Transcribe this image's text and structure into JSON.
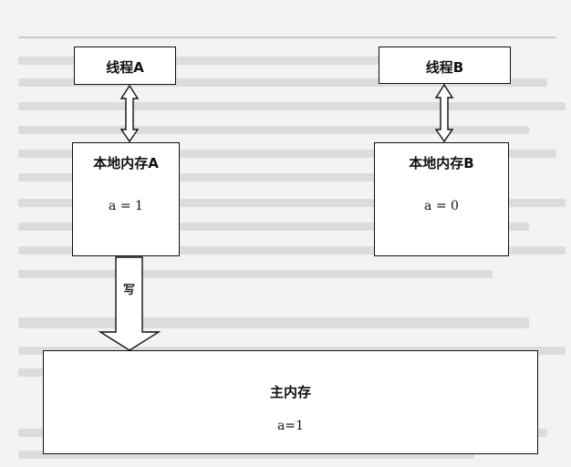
{
  "diagram": {
    "thread_a": "线程A",
    "thread_b": "线程B",
    "local_a": {
      "title": "本地内存A",
      "value": "a = 1"
    },
    "local_b": {
      "title": "本地内存B",
      "value": "a = 0"
    },
    "write_label": "写",
    "main_memory": {
      "title": "主内存",
      "value": "a=1"
    }
  },
  "colors": {
    "stroke": "#111111",
    "background": "#f3f3f1",
    "box_fill": "#ffffff"
  }
}
